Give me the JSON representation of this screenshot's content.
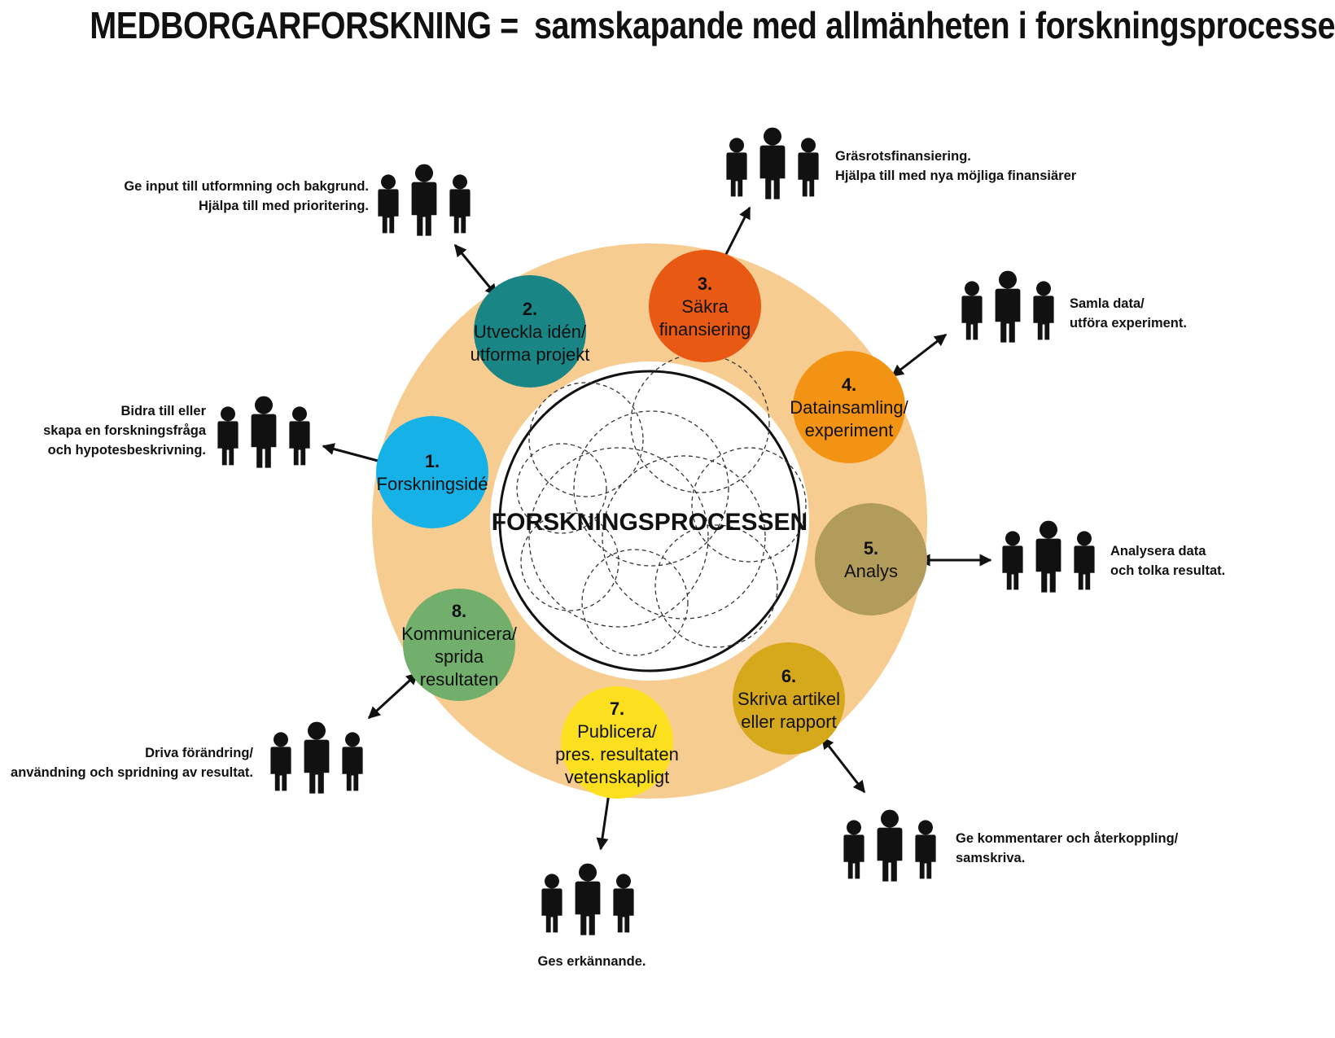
{
  "title": {
    "main": "MEDBORGARFORSKNING =",
    "sub": "samskapande med allmänheten i forskningsprocessen."
  },
  "center": {
    "label": "FORSKNINGSPROCESSEN"
  },
  "colors": {
    "ring": "#F7CC91",
    "step1": "#16B2E7",
    "step2": "#1A8585",
    "step3": "#E85A14",
    "step4": "#F39313",
    "step5": "#B29C5C",
    "step6": "#D6A81C",
    "step7": "#FCE020",
    "step8": "#72AE6C"
  },
  "steps": [
    {
      "number": "1.",
      "lines": [
        "Forskningsidé"
      ]
    },
    {
      "number": "2.",
      "lines": [
        "Utveckla idén/",
        "utforma projekt"
      ]
    },
    {
      "number": "3.",
      "lines": [
        "Säkra",
        "finansiering"
      ]
    },
    {
      "number": "4.",
      "lines": [
        "Datainsamling/",
        "experiment"
      ]
    },
    {
      "number": "5.",
      "lines": [
        "Analys"
      ]
    },
    {
      "number": "6.",
      "lines": [
        "Skriva artikel",
        "eller rapport"
      ]
    },
    {
      "number": "7.",
      "lines": [
        "Publicera/",
        "pres. resultaten",
        "vetenskapligt"
      ]
    },
    {
      "number": "8.",
      "lines": [
        "Kommunicera/",
        "sprida",
        "resultaten"
      ]
    }
  ],
  "participation": [
    {
      "lines": [
        "Bidra till eller",
        "skapa en forskningsfråga",
        "och hypotesbeskrivning."
      ]
    },
    {
      "lines": [
        "Ge input till utformning och bakgrund.",
        "Hjälpa till med prioritering."
      ]
    },
    {
      "lines": [
        "Gräsrotsfinansiering.",
        "Hjälpa till med nya möjliga finansiärer"
      ]
    },
    {
      "lines": [
        "Samla data/",
        "utföra experiment."
      ]
    },
    {
      "lines": [
        "Analysera data",
        "och tolka resultat."
      ]
    },
    {
      "lines": [
        "Ge kommentarer och återkoppling/",
        "samskriva."
      ]
    },
    {
      "lines": [
        "Ges erkännande."
      ]
    },
    {
      "lines": [
        "Driva förändring/",
        "användning och spridning av resultat."
      ]
    }
  ],
  "icons": {
    "group": "people-group-icon",
    "arrow": "double-arrow-icon"
  }
}
